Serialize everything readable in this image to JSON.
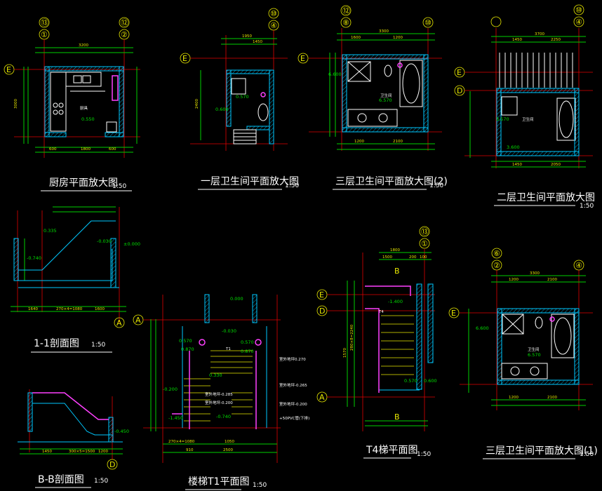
{
  "drawings": {
    "kitchen": {
      "title": "厨房平面放大图",
      "scale": "1:50",
      "axes": {
        "top_a": "⑬",
        "top_b": "⑫",
        "top_a2": "①",
        "top_b2": "②",
        "left": "E"
      },
      "dims_top": [
        "3200"
      ],
      "dims_bottom": [
        "600",
        "1800",
        "600"
      ],
      "dim_left": "3000",
      "levels": [
        "0.550"
      ],
      "notes": [
        "厨具"
      ]
    },
    "bath1": {
      "title": "一层卫生间平面放大图",
      "scale": "1:50",
      "axes": {
        "top_a": "⑩",
        "top_b": "④",
        "left": "E"
      },
      "dims_top": [
        "1950",
        "1450"
      ],
      "dim_left": "2400",
      "levels": [
        "0.570",
        "0.600"
      ]
    },
    "bath3b": {
      "title": "三层卫生间平面放大图(2)",
      "scale": "1:50",
      "axes": {
        "top_a": "⑫",
        "top_b": "⑧",
        "top_c": "⑩",
        "left": "E"
      },
      "dims_top": [
        "3300",
        "1600",
        "1200"
      ],
      "dims_bottom": [
        "1200",
        "2100"
      ],
      "levels": [
        "6.600",
        "6.570"
      ],
      "notes": [
        "卫生间"
      ]
    },
    "bath2": {
      "title": "二层卫生间平面放大图",
      "scale": "1:50",
      "axes": {
        "top_a": "⑩",
        "top_b": "④",
        "left_a": "E",
        "left_b": "D"
      },
      "dims_top": [
        "3700",
        "1450",
        "2250"
      ],
      "dims_bottom": [
        "1450",
        "2050"
      ],
      "levels": [
        "3.570",
        "3.600"
      ],
      "notes": [
        "卫生间"
      ]
    },
    "section11": {
      "title": "1-1剖面图",
      "scale": "1:50",
      "axes": {
        "bottom": "A"
      },
      "dims_bottom": [
        "1640",
        "270×4=1080",
        "1600"
      ],
      "levels": [
        "0.335",
        "-0.030",
        "-0.740",
        "±0.000"
      ]
    },
    "sectionBB": {
      "title": "B-B剖面图",
      "scale": "1:50",
      "axes": {
        "bottom": "D"
      },
      "dims_bottom": [
        "1450",
        "300×5=1500",
        "1200"
      ],
      "levels": [
        "-0.450"
      ]
    },
    "stairT1": {
      "title": "楼梯T1平面图",
      "scale": "1:50",
      "axes": {
        "left": "A"
      },
      "dims_bottom": [
        "270×4=1080",
        "1050",
        "910",
        "2500"
      ],
      "levels": [
        "0.000",
        "-0.030",
        "0.570",
        "0.870",
        "0.870",
        "0.570",
        "0.330",
        "-0.200",
        "-1.450",
        "-0.740"
      ],
      "labels": [
        "T1",
        "室外地坪-0.285",
        "室外地坪-0.200",
        "室外地坪-0.265",
        "室外地坪0.270",
        "室外地坪-0.200",
        "+50PVC管(下排)"
      ]
    },
    "stairT4": {
      "title": "T4梯平面图",
      "scale": "1:50",
      "axes": {
        "top_a": "⑬",
        "top_b": "①",
        "left_a": "E",
        "left_b": "D",
        "left_c": "A",
        "section": "B"
      },
      "dims_top": [
        "1800",
        "1500",
        "200",
        "100"
      ],
      "dims_left": [
        "280×8=2240",
        "1570"
      ],
      "levels": [
        "-1.400",
        "0.570",
        "0.600"
      ],
      "notes": [
        "T4"
      ]
    },
    "bath3a": {
      "title": "三层卫生间平面放大图(1)",
      "scale": "1:50",
      "axes": {
        "top_a": "⑥",
        "top_b": "②",
        "top_c": "④",
        "left": "E"
      },
      "dims_top": [
        "3300",
        "1200",
        "2100"
      ],
      "dims_bottom": [
        "1200",
        "2100"
      ],
      "levels": [
        "6.600",
        "6.570"
      ],
      "notes": [
        "卫生间"
      ]
    }
  },
  "colors": {
    "background": "#000000",
    "wall": "#00c8ff",
    "axis": "#e8e800",
    "dim": "#00d000",
    "grid": "#e00000",
    "text": "#ffffff",
    "fixture": "#ff40ff"
  }
}
